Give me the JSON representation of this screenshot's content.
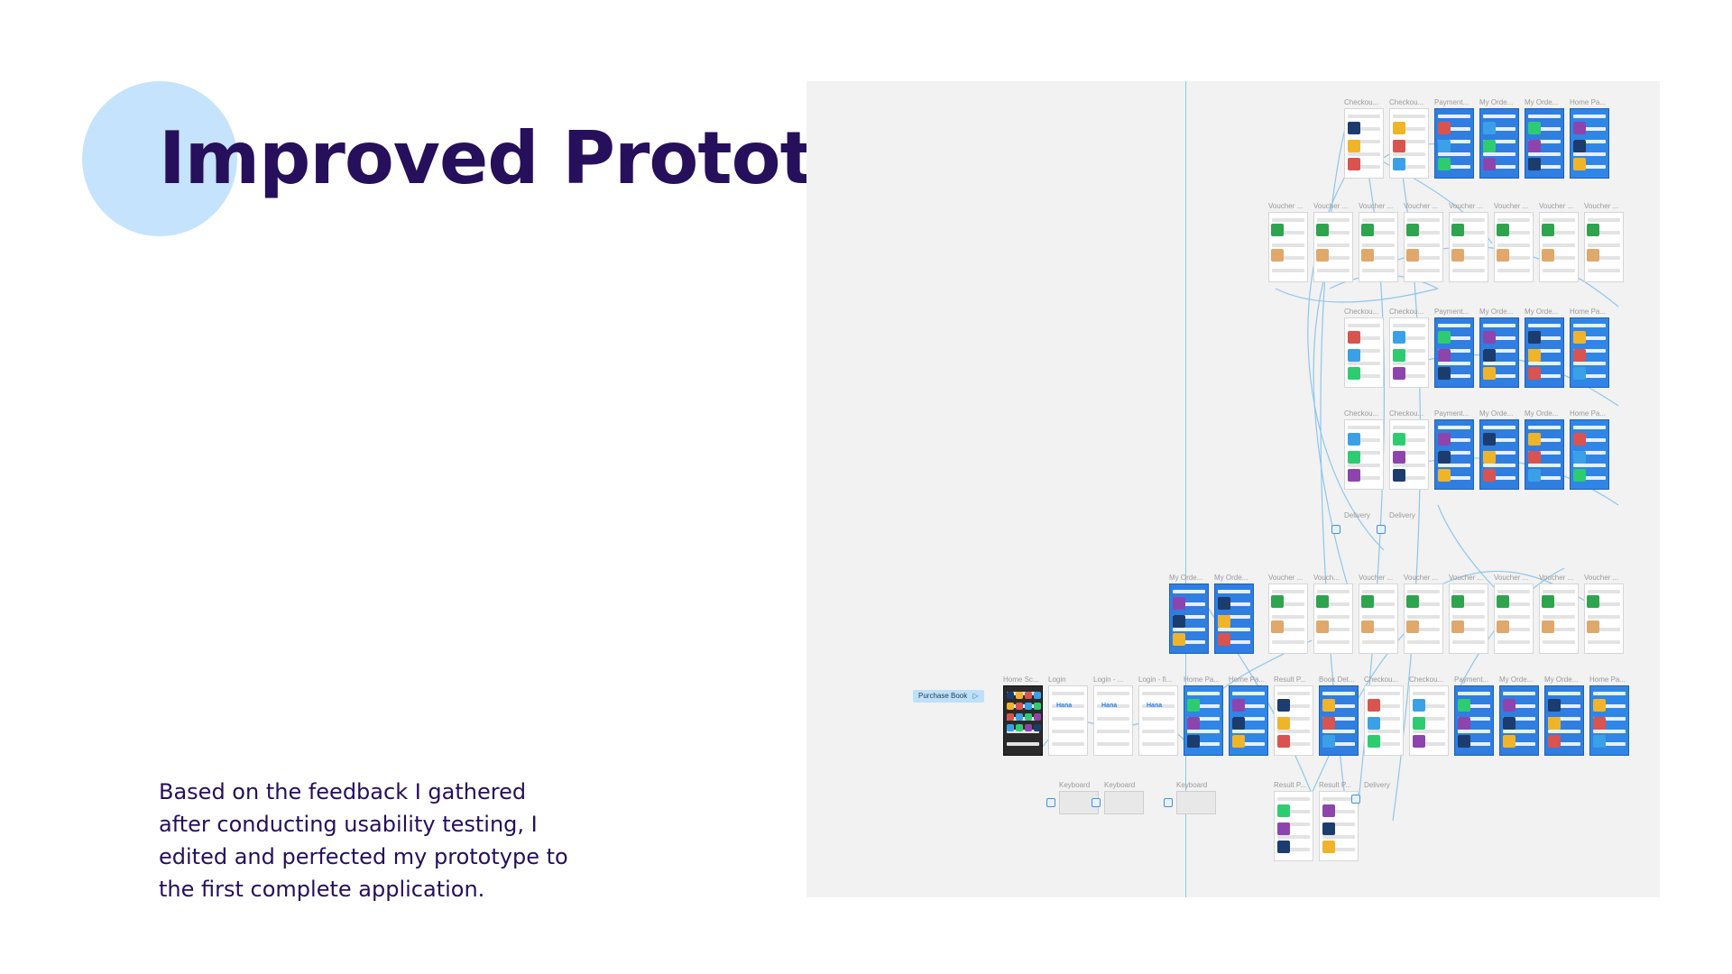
{
  "slide": {
    "title": "Improved Prototype",
    "description": "Based on the feedback I gathered after conducting usability testing, I edited and perfected my prototype to the first complete application."
  },
  "prototype_canvas": {
    "start_flow": {
      "label": "Purchase Book",
      "icon": "play-icon"
    },
    "colors": {
      "canvas_bg": "#f2f2f2",
      "flow_line": "#8fc6ea",
      "screen_blue": "#2f7ee0",
      "title": "#260f5b",
      "accent_circle": "#c5e3fc"
    },
    "rows": [
      {
        "labels": [
          "Checkou...",
          "Checkou...",
          "Payment...",
          "My Orde...",
          "My Orde...",
          "Home Pa..."
        ]
      },
      {
        "labels": [
          "Voucher ...",
          "Voucher ...",
          "Voucher ...",
          "Voucher ...",
          "Voucher ...",
          "Voucher ...",
          "Voucher ...",
          "Voucher ..."
        ]
      },
      {
        "labels": [
          "Checkou...",
          "Checkou...",
          "Payment...",
          "My Orde...",
          "My Orde...",
          "Home Pa..."
        ]
      },
      {
        "labels": [
          "Checkou...",
          "Checkou...",
          "Payment...",
          "My Orde...",
          "My Orde...",
          "Home Pa..."
        ]
      },
      {
        "labels": [
          "Delivery",
          "Delivery"
        ]
      },
      {
        "labels": [
          "My Orde...",
          "My Orde...",
          "Voucher ...",
          "Vouch...",
          "Voucher ...",
          "Voucher ...",
          "Voucher ...",
          "Voucher ...",
          "Voucher ...",
          "Voucher ..."
        ]
      },
      {
        "labels": [
          "Home Sc...",
          "Login",
          "Login - ...",
          "Login - fi...",
          "Home Pa...",
          "Home Pa...",
          "Result P...",
          "Book Det...",
          "Checkou...",
          "Checkou...",
          "Payment...",
          "My Orde...",
          "My Orde...",
          "Home Pa..."
        ]
      },
      {
        "labels": [
          "Keyboard",
          "Keyboard",
          "Keyboard",
          "Result P...",
          "Result P...",
          "Delivery"
        ]
      }
    ],
    "login_logo": "Hana"
  }
}
